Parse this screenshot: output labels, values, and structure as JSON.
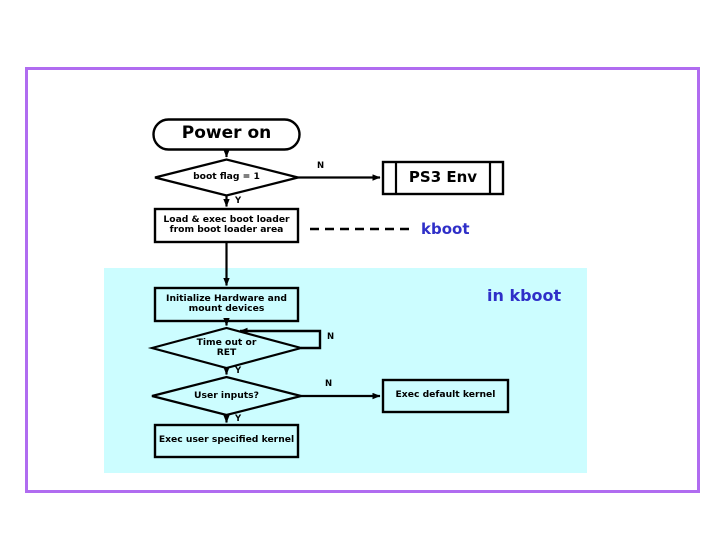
{
  "slide": {
    "background_color": "#ffffff",
    "frame_color": "#b06cf0",
    "region_color": "#ccfdff",
    "accent_text_color": "#2f2fc8"
  },
  "flowchart": {
    "title": "",
    "nodes": [
      {
        "id": "power-on",
        "type": "terminator",
        "label": "Power on"
      },
      {
        "id": "boot-flag",
        "type": "decision",
        "label": "boot flag = 1"
      },
      {
        "id": "ps3-env",
        "type": "predefined-process",
        "label": "PS3 Env"
      },
      {
        "id": "load-exec-boot-loader",
        "type": "process",
        "line1": "Load & exec boot loader",
        "line2": "from boot loader area"
      },
      {
        "id": "initialize-hardware",
        "type": "process",
        "line1": "Initialize Hardware and",
        "line2": "mount devices"
      },
      {
        "id": "time-out-or-ret",
        "type": "decision",
        "line1": "Time out or",
        "line2": "RET"
      },
      {
        "id": "user-inputs",
        "type": "decision",
        "label": "User inputs?"
      },
      {
        "id": "exec-default-kernel",
        "type": "process",
        "label": "Exec default kernel"
      },
      {
        "id": "exec-user-specified-kernel",
        "type": "process",
        "label": "Exec user specified kernel"
      }
    ],
    "branch_labels": {
      "boot_flag_no": "N",
      "boot_flag_yes": "Y",
      "timeout_no": "N",
      "timeout_yes": "Y",
      "user_inputs_no": "N",
      "user_inputs_yes": "Y"
    },
    "annotations": {
      "kboot_legend": "kboot",
      "in_kboot": "in kboot"
    }
  }
}
